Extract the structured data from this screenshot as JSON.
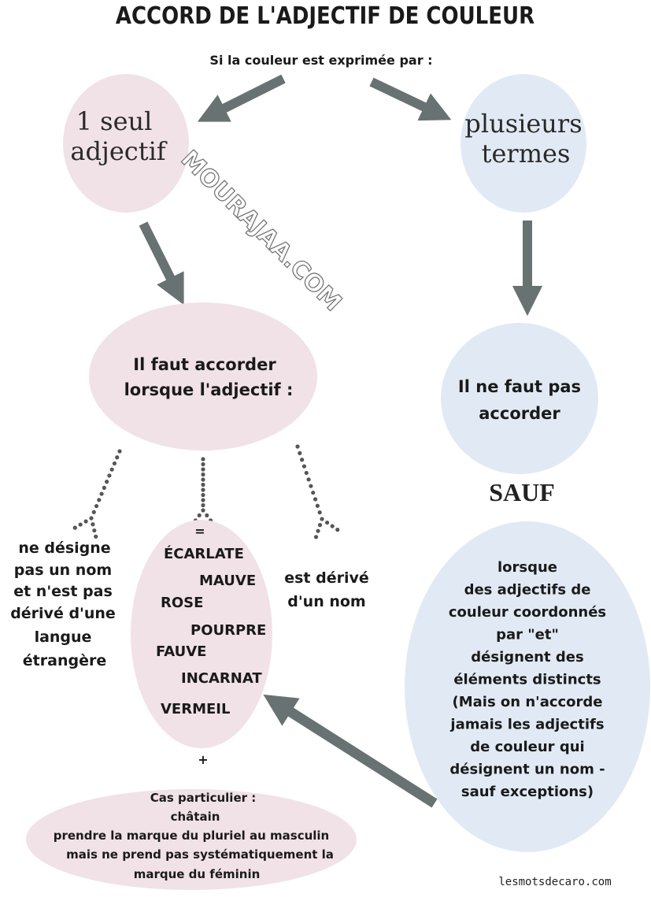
{
  "title": "ACCORD DE L'ADJECTIF DE COULEUR",
  "subtitle": "Si la couleur est exprimée par :",
  "colors": {
    "pink": "#f1e2e7",
    "blue": "#e1eaf4",
    "arrow": "#687272",
    "text": "#1a1a1a"
  },
  "one_adjective": {
    "line1": "1 seul",
    "line2": "adjectif"
  },
  "several_terms": {
    "line1": "plusieurs",
    "line2": "termes"
  },
  "must_agree": {
    "line1": "Il faut accorder",
    "line2": "lorsque l'adjectif :"
  },
  "no_agree": {
    "line1": "Il ne faut pas",
    "line2": "accorder"
  },
  "except": "SAUF",
  "left_case": [
    "ne désigne",
    "pas un nom",
    "et n'est pas",
    "dérivé d'une",
    "langue",
    "étrangère"
  ],
  "center_case": {
    "equals": "=",
    "words": [
      "ÉCARLATE",
      "MAUVE",
      "ROSE",
      "POURPRE",
      "FAUVE",
      "INCARNAT",
      "VERMEIL"
    ]
  },
  "right_case": [
    "est dérivé",
    "d'un nom"
  ],
  "exception_text": [
    "lorsque",
    "des adjectifs de",
    "couleur coordonnés",
    "par \"et\"",
    "désignent des",
    "éléments distincts",
    "(Mais on n'accorde",
    "jamais les adjectifs",
    "de couleur qui",
    "désignent un nom -",
    "sauf exceptions)"
  ],
  "plus": "+",
  "special_case": [
    "Cas particulier :",
    "châtain",
    "prendre la marque du pluriel au masculin",
    "mais ne prend pas systématiquement la",
    "marque du féminin"
  ],
  "credit": "lesmotsdecaro.com",
  "watermark": "MOURAJAA.COM"
}
